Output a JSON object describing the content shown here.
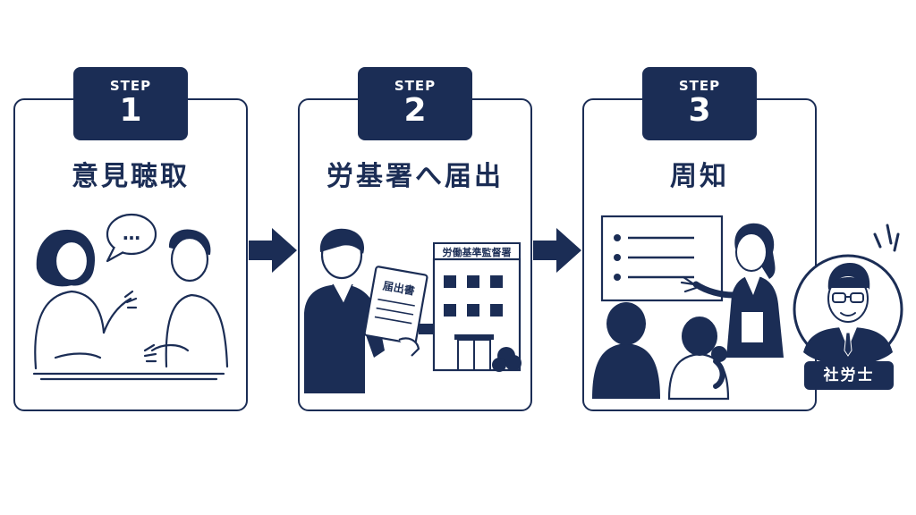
{
  "steps": [
    {
      "label": "STEP",
      "number": "1",
      "title": "意見聴取"
    },
    {
      "label": "STEP",
      "number": "2",
      "title": "労基署へ届出"
    },
    {
      "label": "STEP",
      "number": "3",
      "title": "周知"
    }
  ],
  "speech_bubble": "…",
  "document_label": "届出書",
  "office_sign": "労働基準監督署",
  "expert_badge": "社労士",
  "colors": {
    "navy": "#1b2d55",
    "white": "#ffffff"
  },
  "icons": [
    "conversation-icon",
    "submit-document-icon",
    "presentation-icon",
    "expert-icon",
    "right-arrow-icon"
  ]
}
